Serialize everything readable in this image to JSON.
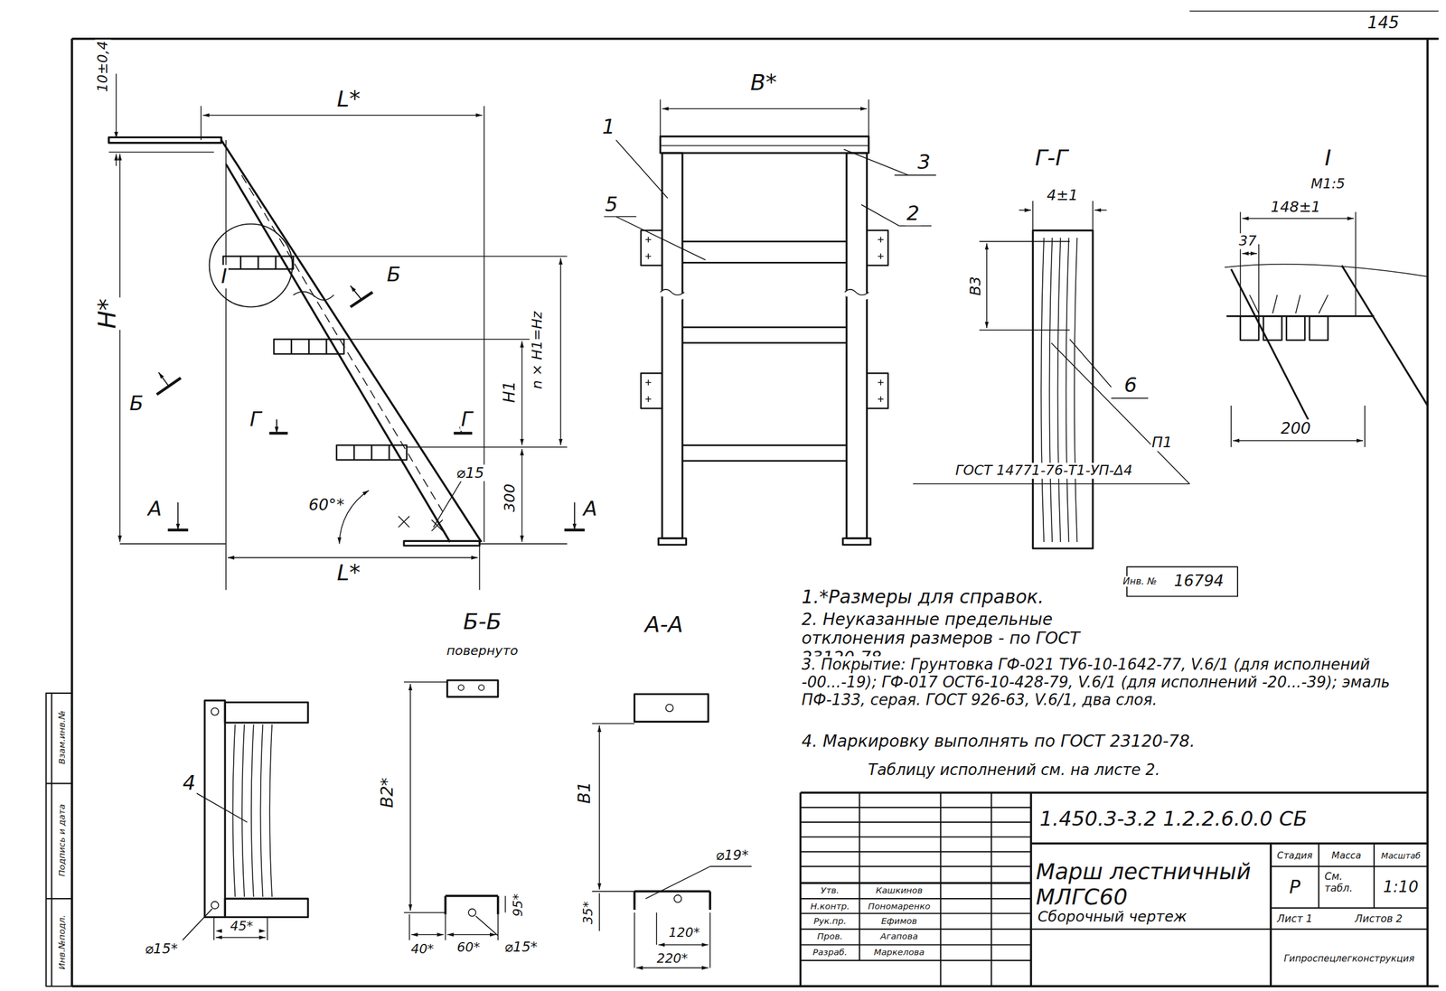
{
  "diagram": {
    "title": "Марш лестничный МЛГС60",
    "labels": [
      "145",
      "10±0,4",
      "L*",
      "H*",
      "I",
      "Б",
      "Б",
      "Г",
      "Г",
      "n × H1=Hz",
      "H1",
      "300",
      "60°*",
      "⌀15",
      "A",
      "A",
      "L*",
      "B*",
      "1",
      "3",
      "5",
      "2",
      "Г-Г",
      "4±1",
      "B3",
      "6",
      "П1",
      "ГОСТ 14771-76-Т1-УП-Δ4",
      "I",
      "M1:5",
      "148±1",
      "37",
      "200",
      "Б-Б",
      "повернуто",
      "4",
      "⌀15*",
      "45*",
      "B2*",
      "40*",
      "60*",
      "⌀15*",
      "95*",
      "A-A",
      "B1",
      "⌀19*",
      "35*",
      "120*",
      "220*",
      "1.*Размеры для справок.",
      "Инв. №",
      "16794",
      "2. Неуказанные предельные отклонения размеров - по ГОСТ 23120-78.",
      "3. Покрытие: Грунтовка ГФ-021 ТУ6-10-1642-77, V.6/1 (для исполнений -00...-19); ГФ-017 ОСТ6-10-428-79, V.6/1 (для исполнений -20...-39); эмаль ПФ-133, серая. ГОСТ 926-63, V.6/1, два слоя.",
      "4. Маркировку выполнять по ГОСТ 23120-78.",
      "Таблицу исполнений см. на листе 2.",
      "1.450.3-3.2 1.2.2.6.0.0 СБ",
      "Стадия",
      "Масса",
      "Масштаб",
      "Р",
      "См. табл.",
      "1:10",
      "Лист 1",
      "Листов 2",
      "Сборочный чертеж",
      "Гипроспецлегконструкция",
      "Утв.",
      "Кашкинов",
      "Н.контр.",
      "Пономаренко",
      "Рук.пр.",
      "Ефимов",
      "Пров.",
      "Агапова",
      "Разраб.",
      "Маркелова",
      "Инв.№подл.",
      "Подпись и дата",
      "Взам.инв.№"
    ]
  }
}
